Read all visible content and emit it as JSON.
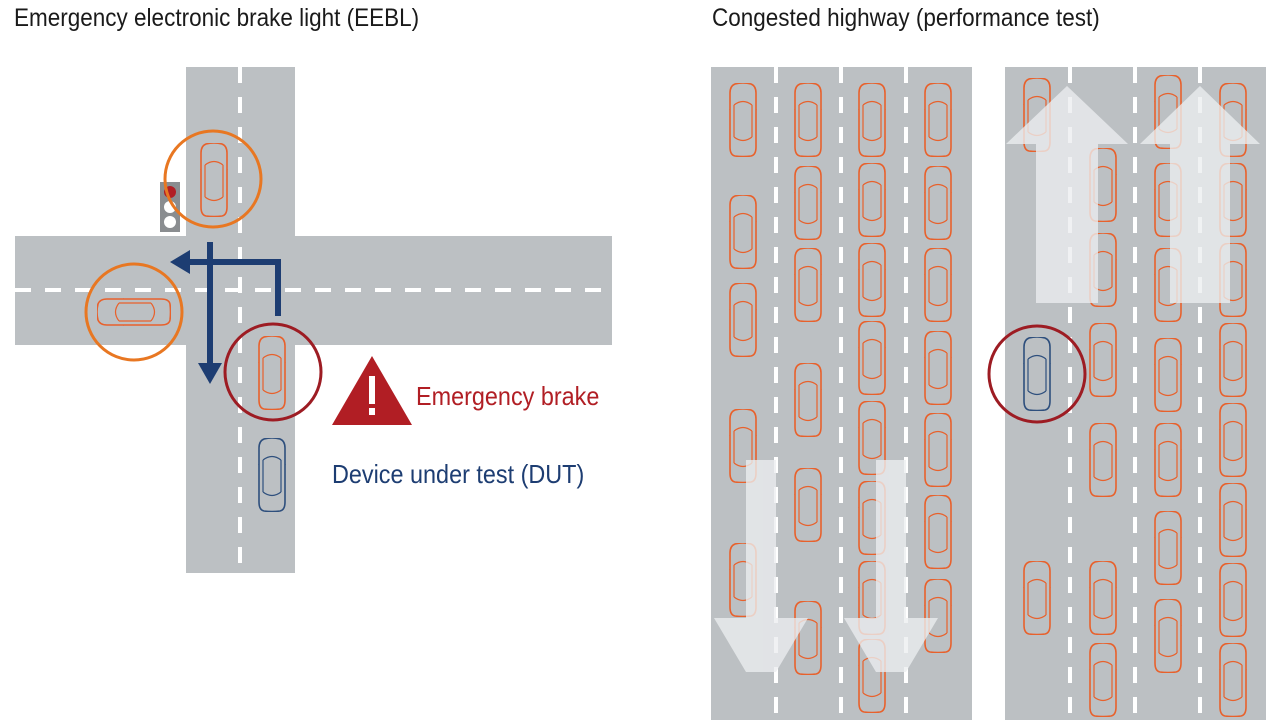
{
  "panels": {
    "left_title": "Emergency electronic brake light (EEBL)",
    "right_title": "Congested highway (performance test)"
  },
  "labels": {
    "emergency_brake": "Emergency brake",
    "dut": "Device under test (DUT)"
  },
  "colors": {
    "road": "#bcc0c3",
    "lane_marking": "#ffffff",
    "vehicle": "#e8612c",
    "dut_vehicle": "#2e4f7d",
    "highlight_orange": "#e87722",
    "highlight_red": "#9d1c23",
    "warning": "#b11e24",
    "path_arrow": "#1d3d72",
    "flow_arrow": "#e8eaec"
  },
  "icons": {
    "warning": "warning-triangle-icon",
    "traffic_light": "traffic-light-icon",
    "path": "arrow-icon"
  }
}
